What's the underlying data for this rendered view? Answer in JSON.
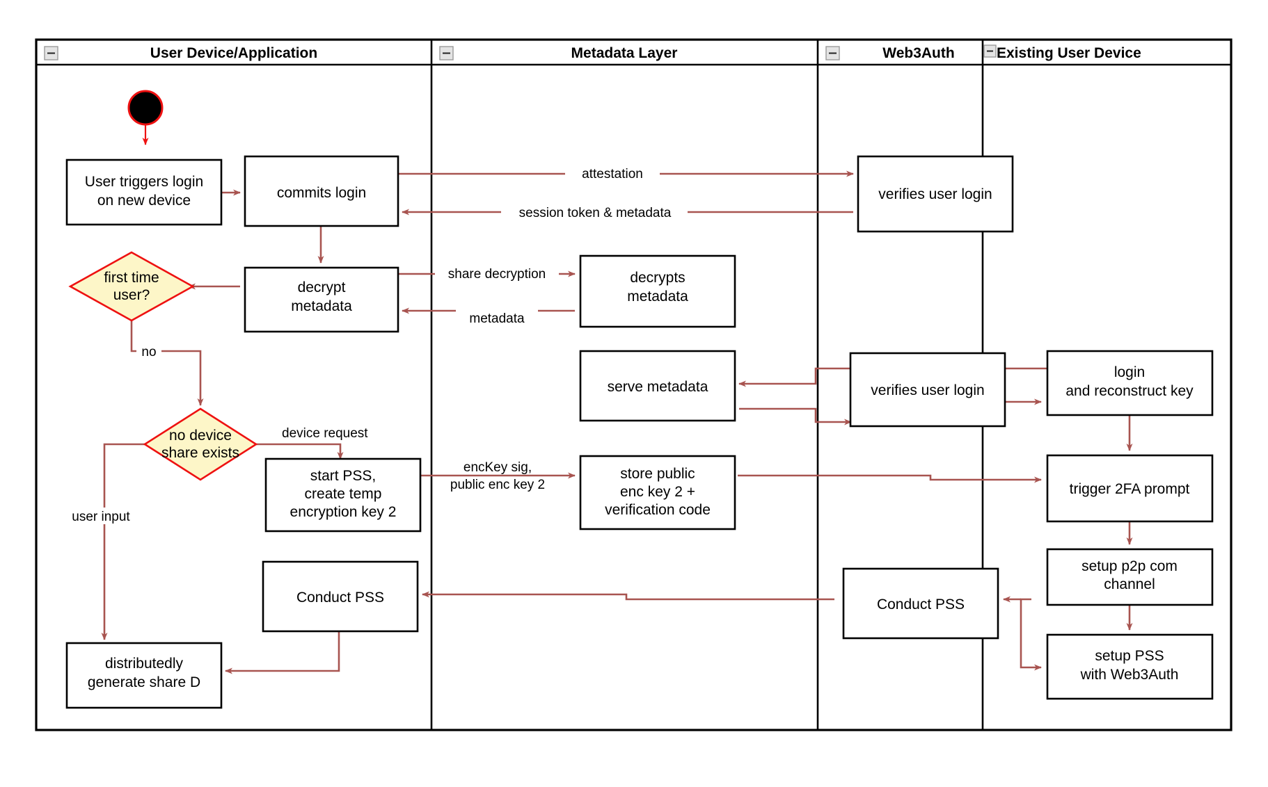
{
  "diagram": {
    "type": "swimlane-activity-diagram",
    "title": "Web3Auth new device login / PSS flow",
    "colors": {
      "flow_arrow": "#a85450",
      "decision_fill": "#fdf6c8",
      "decision_stroke": "#ee1111",
      "node_stroke": "#000000",
      "node_fill": "#ffffff",
      "start_node_fill": "#000000",
      "start_node_stroke": "#ee1111",
      "lane_stroke": "#000000",
      "collapse_icon_fill": "#e4e4e4"
    },
    "lanes": [
      {
        "id": "lane-user-device",
        "label": "User Device/Application",
        "collapse_icon": "minus-icon"
      },
      {
        "id": "lane-metadata",
        "label": "Metadata Layer",
        "collapse_icon": "minus-icon"
      },
      {
        "id": "lane-web3auth",
        "label": "Web3Auth",
        "collapse_icon": "minus-icon"
      },
      {
        "id": "lane-existing-device",
        "label": "Existing User Device",
        "collapse_icon": "minus-icon"
      }
    ],
    "nodes": [
      {
        "id": "start",
        "lane": "lane-user-device",
        "shape": "start-circle",
        "label": ""
      },
      {
        "id": "user-triggers-login",
        "lane": "lane-user-device",
        "shape": "rect",
        "lines": [
          "User triggers login",
          "on new device"
        ]
      },
      {
        "id": "commits-login",
        "lane": "lane-user-device",
        "shape": "rect",
        "lines": [
          "commits login"
        ]
      },
      {
        "id": "decrypt-metadata",
        "lane": "lane-user-device",
        "shape": "rect",
        "lines": [
          "decrypt",
          "metadata"
        ]
      },
      {
        "id": "first-time-user",
        "lane": "lane-user-device",
        "shape": "decision",
        "lines": [
          "first time",
          "user?"
        ]
      },
      {
        "id": "no-device-share-exists",
        "lane": "lane-user-device",
        "shape": "decision",
        "lines": [
          "no device",
          "share exists"
        ]
      },
      {
        "id": "start-pss-create-temp-key",
        "lane": "lane-user-device",
        "shape": "rect",
        "lines": [
          "start PSS,",
          "create temp",
          "encryption key 2"
        ]
      },
      {
        "id": "conduct-pss-user",
        "lane": "lane-user-device",
        "shape": "rect",
        "lines": [
          "Conduct PSS"
        ]
      },
      {
        "id": "distributedly-generate-share-d",
        "lane": "lane-user-device",
        "shape": "rect",
        "lines": [
          "distributedly",
          "generate share D"
        ]
      },
      {
        "id": "decrypts-metadata",
        "lane": "lane-metadata",
        "shape": "rect",
        "lines": [
          "decrypts",
          "metadata"
        ]
      },
      {
        "id": "serve-metadata",
        "lane": "lane-metadata",
        "shape": "rect",
        "lines": [
          "serve metadata"
        ]
      },
      {
        "id": "store-public-enc-key-2",
        "lane": "lane-metadata",
        "shape": "rect",
        "lines": [
          "store public",
          "enc key 2 +",
          "verification code"
        ]
      },
      {
        "id": "verifies-user-login-top",
        "lane": "lane-web3auth",
        "shape": "rect",
        "lines": [
          "verifies user login"
        ]
      },
      {
        "id": "verifies-user-login-mid",
        "lane": "lane-web3auth",
        "shape": "rect",
        "lines": [
          "verifies user login"
        ]
      },
      {
        "id": "conduct-pss-web3auth",
        "lane": "lane-web3auth",
        "shape": "rect",
        "lines": [
          "Conduct PSS"
        ]
      },
      {
        "id": "login-and-reconstruct-key",
        "lane": "lane-existing-device",
        "shape": "rect",
        "lines": [
          "login",
          "and reconstruct key"
        ]
      },
      {
        "id": "trigger-2fa-prompt",
        "lane": "lane-existing-device",
        "shape": "rect",
        "lines": [
          "trigger 2FA prompt"
        ]
      },
      {
        "id": "setup-p2p-com-channel",
        "lane": "lane-existing-device",
        "shape": "rect",
        "lines": [
          "setup p2p com",
          "channel"
        ]
      },
      {
        "id": "setup-pss-with-web3auth",
        "lane": "lane-existing-device",
        "shape": "rect",
        "lines": [
          "setup PSS",
          "with Web3Auth"
        ]
      }
    ],
    "edge_labels": [
      {
        "id": "attestation",
        "text": "attestation",
        "from": "commits-login",
        "to": "verifies-user-login-top"
      },
      {
        "id": "session-token-metadata",
        "text": "session token & metadata",
        "from": "verifies-user-login-top",
        "to": "commits-login"
      },
      {
        "id": "share-decryption",
        "text": "share decryption",
        "from": "decrypt-metadata",
        "to": "decrypts-metadata"
      },
      {
        "id": "metadata",
        "text": "metadata",
        "from": "decrypts-metadata",
        "to": "decrypt-metadata"
      },
      {
        "id": "no",
        "text": "no",
        "from": "first-time-user",
        "to": "no-device-share-exists"
      },
      {
        "id": "device-request",
        "text": "device request",
        "from": "no-device-share-exists",
        "to": "start-pss-create-temp-key"
      },
      {
        "id": "user-input",
        "text": "user input",
        "from": "no-device-share-exists",
        "to": "distributedly-generate-share-d"
      },
      {
        "id": "enckey-sig",
        "text_lines": [
          "encKey sig,",
          "public enc key 2"
        ],
        "from": "start-pss-create-temp-key",
        "to": "store-public-enc-key-2"
      }
    ]
  }
}
